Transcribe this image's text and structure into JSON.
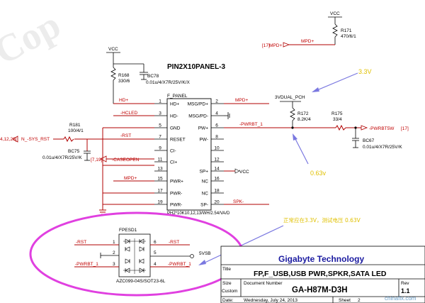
{
  "watermark": "Cop",
  "vcc": "VCC",
  "r171": {
    "ref": "R171",
    "val": "470/6/1"
  },
  "mpd_ref": "[17]",
  "mpd_net": "MPD+",
  "r168": {
    "ref": "R168",
    "val": "330/6"
  },
  "bc78": {
    "ref": "BC78",
    "val": "0.01u/4/X7R/25V/K/X"
  },
  "connector_title": "PIN2X10PANEL-3",
  "connector_ref": "F_PANEL",
  "connector_part": "PH2*10K10,12,13/WH/2.54/VA/D",
  "pins_left": [
    {
      "num": "1",
      "name": "HD+"
    },
    {
      "num": "3",
      "name": "HD-"
    },
    {
      "num": "5",
      "name": "GND"
    },
    {
      "num": "7",
      "name": "RESET"
    },
    {
      "num": "9",
      "name": "CI-"
    },
    {
      "num": "11",
      "name": "CI+"
    },
    {
      "num": "13",
      "name": ""
    },
    {
      "num": "15",
      "name": "PWR+"
    },
    {
      "num": "17",
      "name": "PWR-"
    },
    {
      "num": "19",
      "name": "PWR-"
    }
  ],
  "pins_right": [
    {
      "num": "2",
      "name": "MSG/PD+"
    },
    {
      "num": "4",
      "name": "MSG/PD-"
    },
    {
      "num": "6",
      "name": "PW+"
    },
    {
      "num": "8",
      "name": "PW-"
    },
    {
      "num": "10",
      "name": ""
    },
    {
      "num": "12",
      "name": ""
    },
    {
      "num": "14",
      "name": "SP+"
    },
    {
      "num": "16",
      "name": "NC"
    },
    {
      "num": "18",
      "name": "NC"
    },
    {
      "num": "20",
      "name": "SP-"
    }
  ],
  "nets": {
    "hd_plus": "HD+",
    "hcled": "-HCLED",
    "rst": "-RST",
    "caseopen": "-CASEOPEN",
    "caseopen_ref": "[7,19]",
    "mpd_left": "MPD+",
    "mpd_right": "MPD+",
    "pwrbt": "-PWRBT_1",
    "spk": "SPK-",
    "vcc_pin14": "VCC",
    "sys_rst": "N_-SYS_RST",
    "sys_rst_ref": "4,12,26]",
    "pwrbt5w": "-PWRBT5W",
    "pwrbt5w_ref": "[17]",
    "vdual": "3VDUAL_PCH"
  },
  "r181": {
    "ref": "R181",
    "val": "100/4/1"
  },
  "bc75": {
    "ref": "BC75",
    "val": "0.01u/4/X7R/25V/K"
  },
  "r172": {
    "ref": "R172",
    "val": "8.2K/4"
  },
  "r175": {
    "ref": "R175",
    "val": "33/4"
  },
  "bc67": {
    "ref": "BC67",
    "val": "0.01u/4/X7R/25V/K"
  },
  "annotations": {
    "v33": "3.3V",
    "v063": "0.63v",
    "note": "正常应在3.3V，测试电压 0.63V"
  },
  "fpesd": {
    "ref": "FPESD1",
    "part": "AZC099-04S/SOT23-6L",
    "left_pins": [
      "1",
      "2",
      "3"
    ],
    "right_pins": [
      "6",
      "5",
      "4"
    ],
    "left_nets": [
      "-RST",
      "",
      "-PWRBT_1"
    ],
    "right_nets": [
      "-RST",
      "5VSB",
      "-PWRBT_1"
    ]
  },
  "title_block": {
    "company": "Gigabyte Technology",
    "title_label": "Title",
    "title": "FP,F_USB,USB PWR,SPKR,SATA LED",
    "size_label": "Size",
    "custom_label": "Custom",
    "docnum_label": "Document Number",
    "docnum": "GA-H87M-D3H",
    "rev_label": "Rev",
    "rev": "1.1",
    "date_label": "Date:",
    "date": "Wednesday, July 24, 2013",
    "sheet_label": "Sheet",
    "sheet": "2"
  },
  "corner_watermark": "chinafix.com"
}
